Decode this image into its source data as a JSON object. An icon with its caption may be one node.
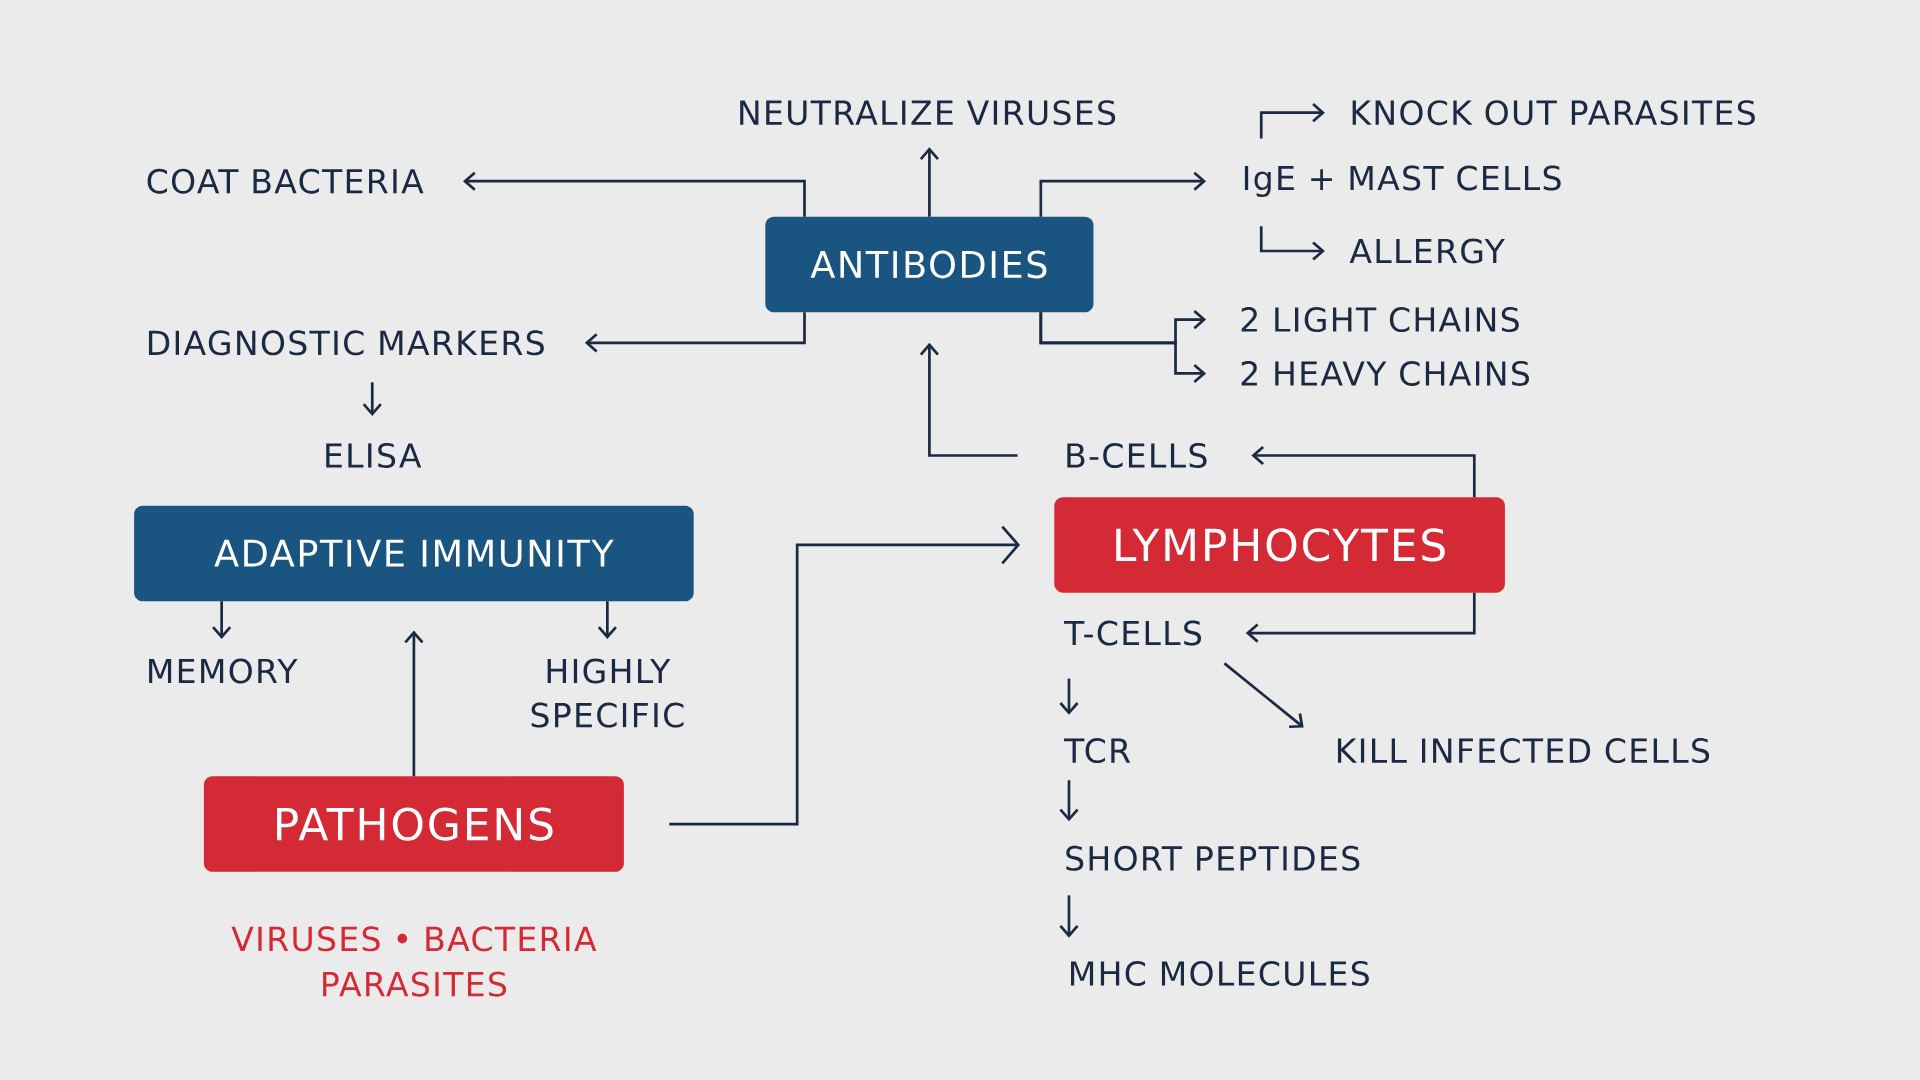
{
  "diagram": {
    "nodes": [
      {
        "text": [
          "ANTIBODIES"
        ]
      },
      {
        "text": [
          "NEUTRALIZE VIRUSES"
        ]
      },
      {
        "text": [
          "COAT BACTERIA"
        ]
      },
      {
        "text": [
          "DIAGNOSTIC MARKERS"
        ]
      },
      {
        "text": [
          "ELISA"
        ]
      },
      {
        "text": [
          "IgE + MAST CELLS"
        ]
      },
      {
        "text": [
          "KNOCK OUT PARASITES"
        ]
      },
      {
        "text": [
          "ALLERGY"
        ]
      },
      {
        "text": [
          "2 LIGHT CHAINS"
        ]
      },
      {
        "text": [
          "2 HEAVY CHAINS"
        ]
      },
      {
        "text": [
          "B-CELLS"
        ]
      },
      {
        "text": [
          "LYMPHOCYTES"
        ]
      },
      {
        "text": [
          "T-CELLS"
        ]
      },
      {
        "text": [
          "TCR"
        ]
      },
      {
        "text": [
          "KILL INFECTED CELLS"
        ]
      },
      {
        "text": [
          "SHORT PEPTIDES"
        ]
      },
      {
        "text": [
          "MHC MOLECULES"
        ]
      },
      {
        "text": [
          "ADAPTIVE IMMUNITY"
        ]
      },
      {
        "text": [
          "MEMORY"
        ]
      },
      {
        "text": [
          "HIGHLY SPECIFIC"
        ]
      },
      {
        "text": [
          "PATHOGENS"
        ],
        "beside": [
          "VIRUSES • BACTERIA PARASITES"
        ]
      }
    ],
    "edges": [
      {
        "from": 0,
        "to": 1,
        "arrow": "to"
      },
      {
        "from": 0,
        "to": 2,
        "arrow": "to"
      },
      {
        "from": 0,
        "to": 3,
        "arrow": "to"
      },
      {
        "from": 0,
        "to": 5,
        "arrow": "to"
      },
      {
        "from": 5,
        "to": 6,
        "arrow": "to"
      },
      {
        "from": 5,
        "to": 7,
        "arrow": "to"
      },
      {
        "from": 0,
        "to": 8,
        "arrow": "to"
      },
      {
        "from": 0,
        "to": 9,
        "arrow": "to"
      },
      {
        "from": 3,
        "to": 4,
        "arrow": "to"
      },
      {
        "from": 10,
        "to": 0,
        "arrow": "to"
      },
      {
        "from": 11,
        "to": 10,
        "arrow": "to"
      },
      {
        "from": 11,
        "to": 12,
        "arrow": "to"
      },
      {
        "from": 12,
        "to": 13,
        "arrow": "to"
      },
      {
        "from": 12,
        "to": 14,
        "arrow": "to"
      },
      {
        "from": 13,
        "to": 15,
        "arrow": "to"
      },
      {
        "from": 15,
        "to": 16,
        "arrow": "to"
      },
      {
        "from": 17,
        "to": 18,
        "arrow": "to"
      },
      {
        "from": 17,
        "to": 19,
        "arrow": "to"
      },
      {
        "from": 20,
        "to": 17,
        "arrow": "to"
      },
      {
        "from": 20,
        "to": 11,
        "arrow": "to"
      }
    ]
  }
}
